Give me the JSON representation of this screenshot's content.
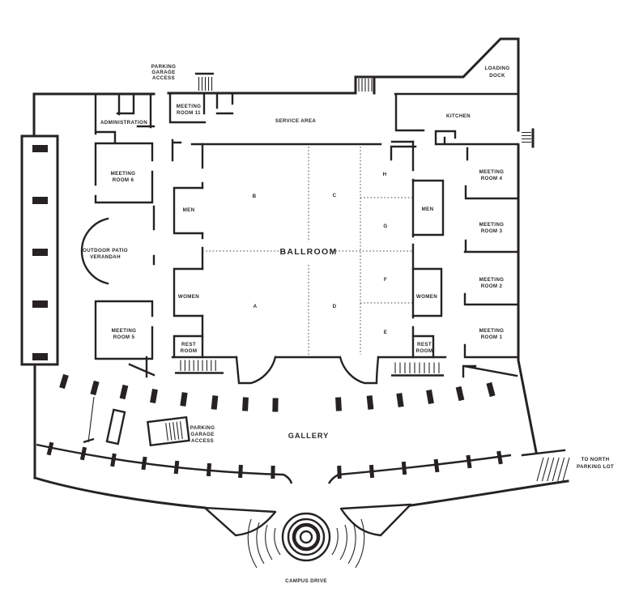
{
  "title": "Convention center floor plan",
  "colors": {
    "ink": "#262223",
    "background": "#ffffff"
  },
  "labels": {
    "parking_garage_access_top": [
      "PARKING",
      "GARAGE",
      "ACCESS"
    ],
    "meeting_room_11": [
      "MEETING",
      "ROOM 11"
    ],
    "administration": [
      "ADMINISTRATION"
    ],
    "service_area": [
      "SERVICE AREA"
    ],
    "loading_dock": [
      "LOADING",
      "DOCK"
    ],
    "kitchen": [
      "KITCHEN"
    ],
    "meeting_room_6": [
      "MEETING",
      "ROOM 6"
    ],
    "meeting_room_4": [
      "MEETING",
      "ROOM 4"
    ],
    "men_west": [
      "MEN"
    ],
    "men_east": [
      "MEN"
    ],
    "section_b": [
      "B"
    ],
    "section_c": [
      "C"
    ],
    "section_h": [
      "H"
    ],
    "section_g": [
      "G"
    ],
    "meeting_room_3": [
      "MEETING",
      "ROOM 3"
    ],
    "outdoor_patio_verandah": [
      "OUTDOOR PATIO",
      "VERANDAH"
    ],
    "ballroom": [
      "BALLROOM"
    ],
    "women_west": [
      "WOMEN"
    ],
    "women_east": [
      "WOMEN"
    ],
    "section_f": [
      "F"
    ],
    "meeting_room_2": [
      "MEETING",
      "ROOM 2"
    ],
    "meeting_room_5": [
      "MEETING",
      "ROOM 5"
    ],
    "section_a": [
      "A"
    ],
    "section_d": [
      "D"
    ],
    "section_e": [
      "E"
    ],
    "rest_room_west": [
      "REST",
      "ROOM"
    ],
    "rest_room_east": [
      "REST",
      "ROOM"
    ],
    "meeting_room_1": [
      "MEETING",
      "ROOM 1"
    ],
    "parking_garage_access_south": [
      "PARKING",
      "GARAGE",
      "ACCESS"
    ],
    "gallery": [
      "GALLERY"
    ],
    "to_north_parking_lot": [
      "TO NORTH",
      "PARKING LOT"
    ],
    "campus_drive": [
      "CAMPUS DRIVE"
    ]
  }
}
